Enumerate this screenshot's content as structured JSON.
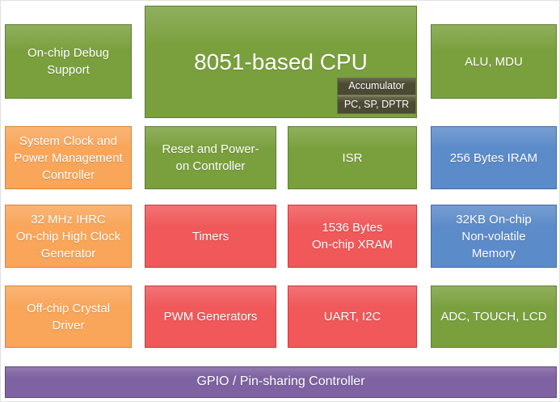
{
  "colors": {
    "green": "#7AA03E",
    "green_border": "#5F7D2F",
    "orange": "#F9A65A",
    "orange_border": "#D9842F",
    "red": "#F0585A",
    "red_border": "#C93A3C",
    "blue": "#5C8BC9",
    "blue_border": "#3E6BA4",
    "purple": "#7E62A2",
    "purple_border": "#5F477E",
    "dark": "#4B4A33",
    "dark_border": "#6E6D52",
    "text": "#FFFFFF",
    "background": "#FFFFFF"
  },
  "blocks": {
    "cpu": {
      "label": "8051-based CPU"
    },
    "debug": {
      "label": "On-chip Debug\nSupport"
    },
    "alu": {
      "label": "ALU, MDU"
    },
    "accumulator": {
      "label": "Accumulator"
    },
    "registers": {
      "label": "PC, SP, DPTR"
    },
    "clock_mgmt": {
      "label": "System Clock and\nPower Management\nController"
    },
    "reset": {
      "label": "Reset and Power-\non Controller"
    },
    "isr": {
      "label": "ISR"
    },
    "iram": {
      "label": "256 Bytes IRAM"
    },
    "ihrc": {
      "label": "32 MHz IHRC\nOn-chip High Clock\nGenerator"
    },
    "timers": {
      "label": "Timers"
    },
    "xram": {
      "label": "1536 Bytes\nOn-chip XRAM"
    },
    "nvm": {
      "label": "32KB On-chip\nNon-volatile\nMemory"
    },
    "crystal": {
      "label": "Off-chip Crystal\nDriver"
    },
    "pwm": {
      "label": "PWM Generators"
    },
    "uart": {
      "label": "UART, I2C"
    },
    "adc": {
      "label": "ADC, TOUCH, LCD"
    },
    "gpio": {
      "label": "GPIO / Pin-sharing Controller"
    }
  }
}
